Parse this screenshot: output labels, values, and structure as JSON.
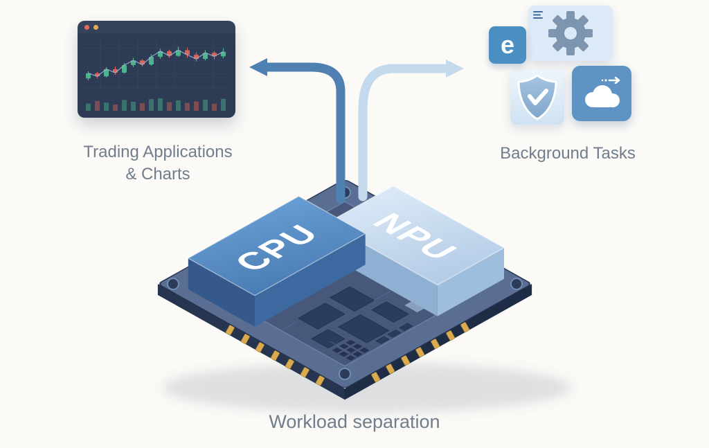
{
  "scene": {
    "caption": "Workload separation",
    "left_label_line1": "Trading Applications",
    "left_label_line2": "& Charts",
    "right_label": "Background Tasks"
  },
  "chip": {
    "cpu_label": "CPU",
    "npu_label": "NPU"
  },
  "icons": {
    "e_letter": "e",
    "names": [
      "e-app-icon",
      "gear-icon",
      "shield-check-icon",
      "cloud-sync-icon",
      "list-icon"
    ]
  },
  "palette": {
    "arrow_dark": "#4e80b2",
    "arrow_light": "#c3d9ec",
    "chip_rim": "#5a6d92",
    "chip_inner": "#47587b",
    "cpu_top": "#5e93c9",
    "npu_top": "#c9dcef",
    "pin_gold": "#d9ab4e",
    "label_text": "#717d8c",
    "chart_bg": "#2d3b55",
    "candle_up": "#4db58e",
    "candle_down": "#dd6257"
  },
  "trading_chart": {
    "type": "candlestick",
    "candles": [
      {
        "o": 20,
        "h": 34,
        "l": 16,
        "c": 30,
        "v": 40
      },
      {
        "o": 30,
        "h": 33,
        "l": 20,
        "c": 24,
        "v": 55
      },
      {
        "o": 24,
        "h": 42,
        "l": 22,
        "c": 38,
        "v": 45
      },
      {
        "o": 38,
        "h": 43,
        "l": 27,
        "c": 31,
        "v": 35
      },
      {
        "o": 31,
        "h": 50,
        "l": 29,
        "c": 46,
        "v": 60
      },
      {
        "o": 46,
        "h": 60,
        "l": 42,
        "c": 55,
        "v": 50
      },
      {
        "o": 55,
        "h": 58,
        "l": 43,
        "c": 47,
        "v": 42
      },
      {
        "o": 47,
        "h": 67,
        "l": 45,
        "c": 62,
        "v": 65
      },
      {
        "o": 62,
        "h": 78,
        "l": 58,
        "c": 73,
        "v": 70
      },
      {
        "o": 73,
        "h": 76,
        "l": 60,
        "c": 64,
        "v": 48
      },
      {
        "o": 64,
        "h": 82,
        "l": 62,
        "c": 75,
        "v": 58
      },
      {
        "o": 75,
        "h": 80,
        "l": 60,
        "c": 66,
        "v": 44
      },
      {
        "o": 66,
        "h": 71,
        "l": 53,
        "c": 58,
        "v": 52
      },
      {
        "o": 58,
        "h": 75,
        "l": 55,
        "c": 70,
        "v": 62
      },
      {
        "o": 70,
        "h": 73,
        "l": 57,
        "c": 63,
        "v": 40
      },
      {
        "o": 63,
        "h": 79,
        "l": 59,
        "c": 72,
        "v": 66
      }
    ]
  }
}
